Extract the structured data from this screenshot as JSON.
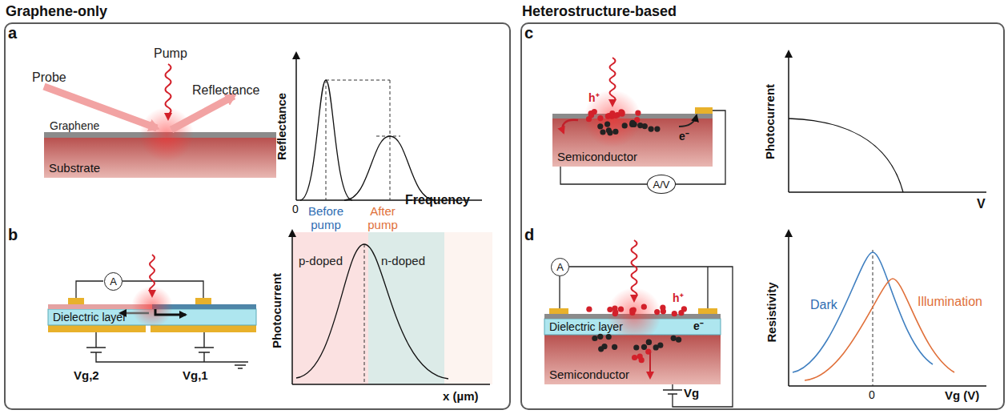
{
  "diagram": {
    "nodes": [
      {
        "text": [
          "Graphene-only"
        ]
      },
      {
        "text": [
          "Substrate"
        ],
        "in": 0
      },
      {
        "text": [
          "A"
        ],
        "in": 0
      },
      {
        "text": [
          "Dielectric layer"
        ],
        "in": 0
      },
      {
        "text": [
          "Heterostructure-based"
        ]
      },
      {
        "text": [
          "Semiconductor"
        ],
        "in": 4
      },
      {
        "text": [
          "A/V"
        ],
        "in": 4
      },
      {
        "text": [
          "A"
        ],
        "in": 4
      },
      {
        "text": [
          "Dielectric layer"
        ],
        "in": 4
      },
      {
        "text": [
          "Semiconductor"
        ],
        "in": 4
      }
    ],
    "labels": [
      "a",
      "Pump",
      "Probe",
      "Reflectance",
      "Graphene",
      "Reflectance",
      "0",
      "Before pump",
      "After pump",
      "Frequency",
      "b",
      "Vg,2",
      "Vg,1",
      "Photocurrent",
      "p-doped",
      "n-doped",
      "x (µm)",
      "c",
      "h⁺",
      "e⁻",
      "Photocurrent",
      "V",
      "d",
      "h⁺",
      "e⁻",
      "Vg",
      "Resistivity",
      "Dark",
      "Illumination",
      "0",
      "Vg (V)"
    ]
  }
}
